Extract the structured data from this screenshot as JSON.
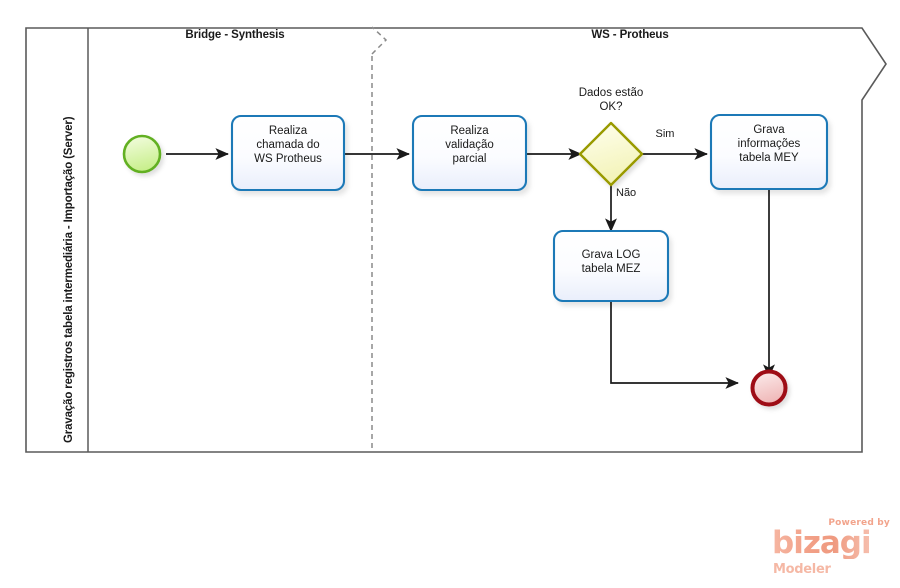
{
  "diagram": {
    "type": "bpmn-process-diagram",
    "pool": {
      "lane_label": "Gravação registros tabela intermediária - Importação (Server)"
    },
    "milestones": [
      {
        "id": "m1",
        "label": "Bridge - Synthesis"
      },
      {
        "id": "m2",
        "label": "WS - Protheus"
      }
    ],
    "nodes": [
      {
        "id": "start",
        "kind": "start-event",
        "label": ""
      },
      {
        "id": "task1",
        "kind": "task",
        "label": "Realiza\nchamada do\nWS Protheus"
      },
      {
        "id": "task2",
        "kind": "task",
        "label": "Realiza\nvalidação\nparcial"
      },
      {
        "id": "gateway",
        "kind": "exclusive-gateway",
        "label": "Dados estão\nOK?"
      },
      {
        "id": "task3",
        "kind": "task",
        "label": "Grava\ninformações\ntabela  MEY"
      },
      {
        "id": "task4",
        "kind": "task",
        "label": "Grava LOG\ntabela  MEZ"
      },
      {
        "id": "end",
        "kind": "end-event",
        "label": ""
      }
    ],
    "flows": [
      {
        "from": "start",
        "to": "task1",
        "label": ""
      },
      {
        "from": "task1",
        "to": "task2",
        "label": ""
      },
      {
        "from": "task2",
        "to": "gateway",
        "label": ""
      },
      {
        "from": "gateway",
        "to": "task3",
        "label": "Sim"
      },
      {
        "from": "gateway",
        "to": "task4",
        "label": "Não"
      },
      {
        "from": "task3",
        "to": "end",
        "label": ""
      },
      {
        "from": "task4",
        "to": "end",
        "label": ""
      }
    ],
    "colors": {
      "pool_border": "#5a5a5a",
      "task_border": "#1f79b7",
      "task_fill": "#f4f7fd",
      "gateway_border": "#999a00",
      "gateway_fill": "#ffffd0",
      "start_border": "#62b022",
      "start_fill": "#e6f5c8",
      "end_border": "#9e0c14",
      "end_fill": "#f9dcdc",
      "connector": "#1a1a1a",
      "milestone_divider": "#808080"
    }
  },
  "watermark": {
    "powered_by": "Powered by",
    "brand": "bizagi",
    "product": "Modeler"
  }
}
